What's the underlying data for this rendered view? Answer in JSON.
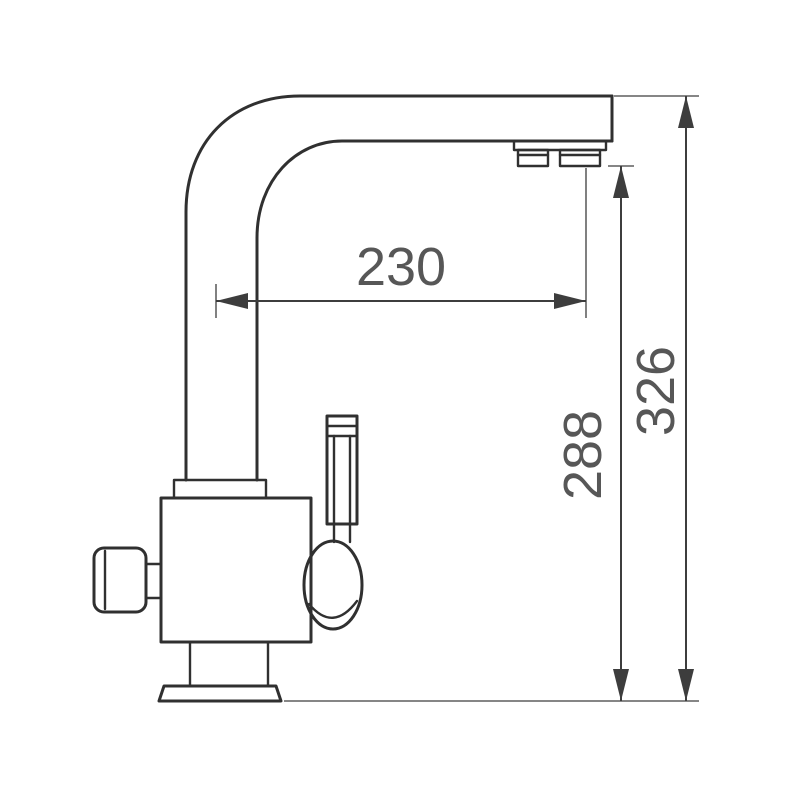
{
  "diagram": {
    "type": "technical-drawing",
    "subject": "kitchen-faucet-side-view",
    "dimensions": {
      "spout_reach": "230",
      "spout_height": "288",
      "total_height": "326"
    },
    "colors": {
      "line": "#303030",
      "dimension": "#3d3d3d",
      "text": "#575757",
      "background": "#ffffff"
    }
  }
}
